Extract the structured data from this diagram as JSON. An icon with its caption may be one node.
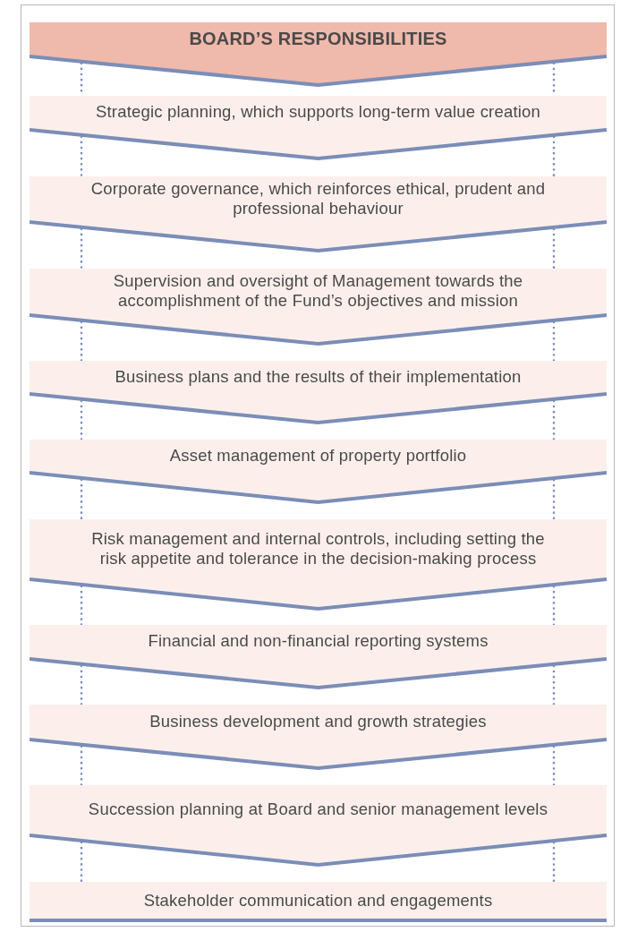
{
  "diagram": {
    "nodes": [
      {
        "text": [
          "BOARD’S RESPONSIBILITIES"
        ]
      },
      {
        "text": [
          "Strategic planning, which supports long-term value creation"
        ]
      },
      {
        "text": [
          "Corporate governance, which reinforces ethical, prudent and professional behaviour"
        ]
      },
      {
        "text": [
          "Supervision and oversight of Management towards the accomplishment of the Fund’s objectives and mission"
        ]
      },
      {
        "text": [
          "Business plans and the results of their implementation"
        ]
      },
      {
        "text": [
          "Asset management of property portfolio"
        ]
      },
      {
        "text": [
          "Risk management and internal controls, including setting the risk appetite and tolerance in the decision-making process"
        ]
      },
      {
        "text": [
          "Financial and non-financial reporting systems"
        ]
      },
      {
        "text": [
          "Business development and growth strategies"
        ]
      },
      {
        "text": [
          "Succession planning at Board and senior management levels"
        ]
      },
      {
        "text": [
          "Stakeholder communication and engagements"
        ]
      }
    ],
    "edges": [
      {
        "from": 0,
        "to": 1,
        "arrow": "none",
        "style": "dashed"
      },
      {
        "from": 0,
        "to": 1,
        "arrow": "none",
        "style": "dashed"
      },
      {
        "from": 1,
        "to": 2,
        "arrow": "none",
        "style": "dashed"
      },
      {
        "from": 1,
        "to": 2,
        "arrow": "none",
        "style": "dashed"
      },
      {
        "from": 2,
        "to": 3,
        "arrow": "none",
        "style": "dashed"
      },
      {
        "from": 2,
        "to": 3,
        "arrow": "none",
        "style": "dashed"
      },
      {
        "from": 3,
        "to": 4,
        "arrow": "none",
        "style": "dashed"
      },
      {
        "from": 3,
        "to": 4,
        "arrow": "none",
        "style": "dashed"
      },
      {
        "from": 4,
        "to": 5,
        "arrow": "none",
        "style": "dashed"
      },
      {
        "from": 4,
        "to": 5,
        "arrow": "none",
        "style": "dashed"
      },
      {
        "from": 5,
        "to": 6,
        "arrow": "none",
        "style": "dashed"
      },
      {
        "from": 5,
        "to": 6,
        "arrow": "none",
        "style": "dashed"
      },
      {
        "from": 6,
        "to": 7,
        "arrow": "none",
        "style": "dashed"
      },
      {
        "from": 6,
        "to": 7,
        "arrow": "none",
        "style": "dashed"
      },
      {
        "from": 7,
        "to": 8,
        "arrow": "none",
        "style": "dashed"
      },
      {
        "from": 7,
        "to": 8,
        "arrow": "none",
        "style": "dashed"
      },
      {
        "from": 8,
        "to": 9,
        "arrow": "none",
        "style": "dashed"
      },
      {
        "from": 8,
        "to": 9,
        "arrow": "none",
        "style": "dashed"
      },
      {
        "from": 9,
        "to": 10,
        "arrow": "none",
        "style": "dashed"
      },
      {
        "from": 9,
        "to": 10,
        "arrow": "none",
        "style": "dashed"
      }
    ]
  }
}
